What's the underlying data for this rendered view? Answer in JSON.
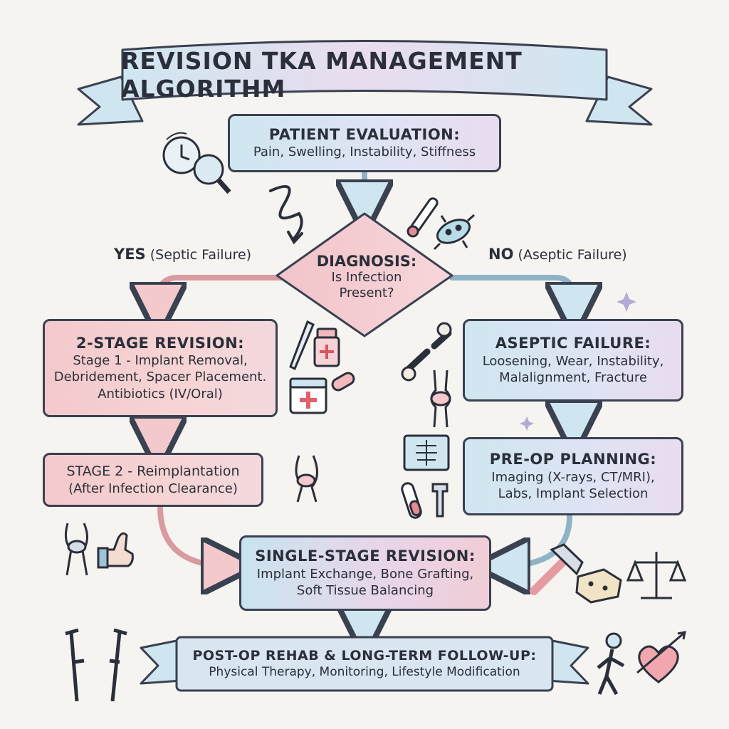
{
  "title": "REVISION TKA MANAGEMENT ALGORITHM",
  "nodes": {
    "evaluation": {
      "title": "PATIENT EVALUATION:",
      "lines": [
        "Pain, Swelling, Instability, Stiffness"
      ]
    },
    "diagnosis": {
      "title": "DIAGNOSIS:",
      "lines": [
        "Is Infection",
        "Present?"
      ]
    },
    "two_stage": {
      "title": "2-STAGE REVISION:",
      "lines": [
        "Stage 1 - Implant Removal,",
        "Debridement, Spacer Placement.",
        "Antibiotics (IV/Oral)"
      ]
    },
    "stage_two": {
      "title": "",
      "lines": [
        "STAGE 2 - Reimplantation",
        "(After Infection Clearance)"
      ]
    },
    "aseptic": {
      "title": "ASEPTIC FAILURE:",
      "lines": [
        "Loosening, Wear, Instability,",
        "Malalignment, Fracture"
      ]
    },
    "preop": {
      "title": "PRE-OP PLANNING:",
      "lines": [
        "Imaging (X-rays, CT/MRI),",
        "Labs, Implant Selection"
      ]
    },
    "single_stage": {
      "title": "SINGLE-STAGE REVISION:",
      "lines": [
        "Implant Exchange, Bone Grafting,",
        "Soft Tissue Balancing"
      ]
    },
    "postop": {
      "title": "POST-OP REHAB & LONG-TERM FOLLOW-UP:",
      "lines": [
        "Physical Therapy, Monitoring, Lifestyle Modification"
      ]
    }
  },
  "branches": {
    "yes": {
      "word": "YES",
      "detail": "(Septic Failure)"
    },
    "no": {
      "word": "NO",
      "detail": "(Aseptic Failure)"
    }
  },
  "colors": {
    "outline": "#3a4150",
    "blue_fill": "#cfe6f0",
    "pink_fill": "#f3c9cc",
    "arrow_left": "#c9868d",
    "arrow_right": "#7fa3b8"
  },
  "icons": [
    "clock-icon",
    "magnifier-icon",
    "thermometer-icon",
    "bacteria-icon",
    "scalpel-icon",
    "medicine-bottle-icon",
    "calendar-icon",
    "pill-icon",
    "broken-bone-icon",
    "knee-joint-icon",
    "xray-icon",
    "test-tube-icon",
    "implant-screw-icon",
    "knee-implant-icon",
    "thumbs-up-icon",
    "hammer-icon",
    "bone-graft-icon",
    "scales-icon",
    "crutches-icon",
    "walking-person-icon",
    "heart-arrow-icon"
  ]
}
